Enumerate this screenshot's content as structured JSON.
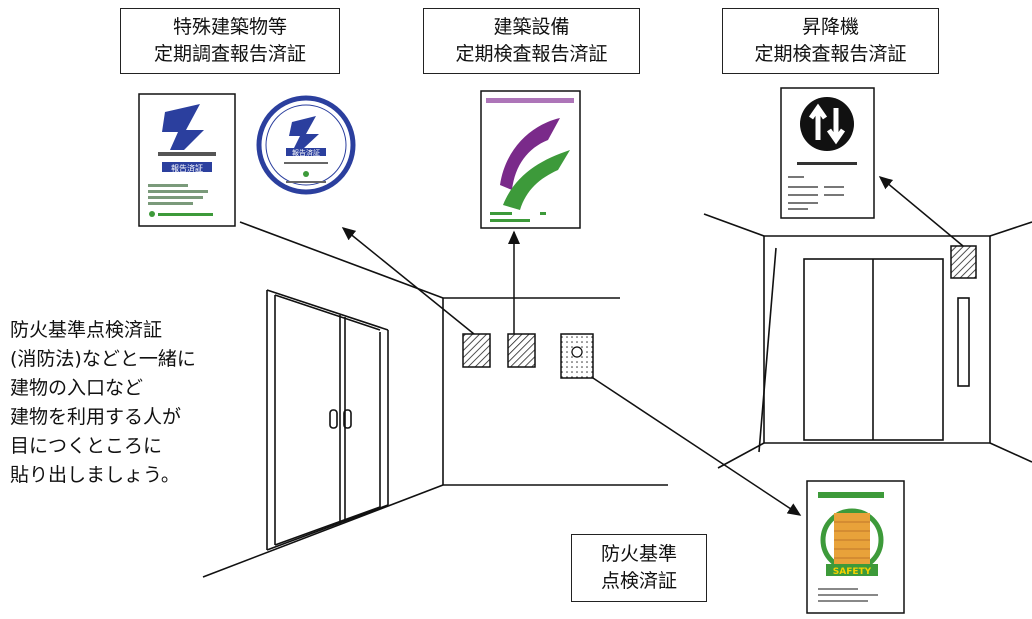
{
  "labels": {
    "special_building": [
      "特殊建築物等",
      "定期調査報告済証"
    ],
    "building_equipment": [
      "建築設備",
      "定期検査報告済証"
    ],
    "elevator": [
      "昇降機",
      "定期検査報告済証"
    ],
    "fire_prevention": [
      "防火基準",
      "点検済証"
    ]
  },
  "note_lines": [
    "防火基準点検済証",
    "(消防法)などと一緒に",
    "建物の入口など",
    "建物を利用する人が",
    "目につくところに",
    "貼り出しましょう。"
  ],
  "sticker_texts": {
    "special_building_badge": "報告済証",
    "special_building_round_badge": "報告済証",
    "fire_prevention_badge": "SAFETY"
  },
  "colors": {
    "blue_mark": "#2b3f9e",
    "purple_mark": "#7a2a8a",
    "green_mark": "#3d9a3a",
    "orange_mark": "#e8a23a"
  }
}
